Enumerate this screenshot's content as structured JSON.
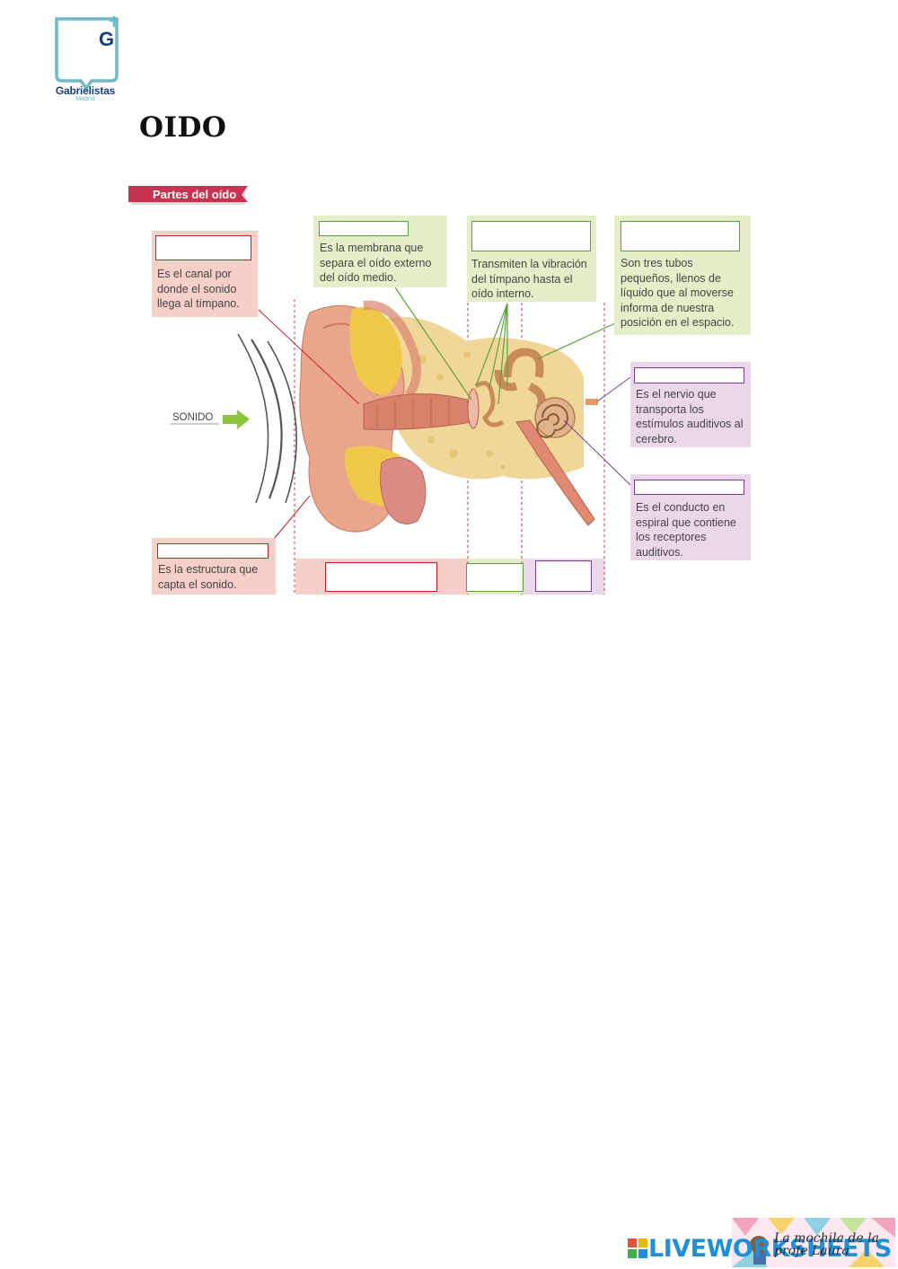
{
  "logo": {
    "letter": "G",
    "name": "Gabrielistas",
    "city": "Madrid",
    "color": "#17407a",
    "accent": "#6fb9c8"
  },
  "title": "OIDO",
  "section_header": "Partes del oído",
  "sound_label": "SONIDO",
  "colors": {
    "outer_ear": "#f5cfc8",
    "middle_ear": "#e4efc9",
    "inner_ear": "#ead7e7",
    "red": "#c7202a",
    "green": "#5aa33a",
    "purple": "#7b3c9b"
  },
  "descriptions": {
    "canal": "Es el canal por donde el sonido llega al tímpano.",
    "membrana": "Es la membrana que separa el oído externo del oído medio.",
    "huesecillos": "Transmiten la vibración del tímpano hasta el oído interno.",
    "canales": "Son tres tubos pequeños, llenos de líquido que al moverse informa de nuestra posición en el espacio.",
    "nervio": "Es el nervio que transporta los estímulos auditivos al cerebro.",
    "caracol": "Es el conducto en espiral que contiene los receptores auditivos.",
    "pabellon": "Es la estructura que capta el sonido."
  },
  "footer": {
    "brand": "LIVEWORKSHEETS",
    "badge": "La mochila de la profe Laura"
  }
}
